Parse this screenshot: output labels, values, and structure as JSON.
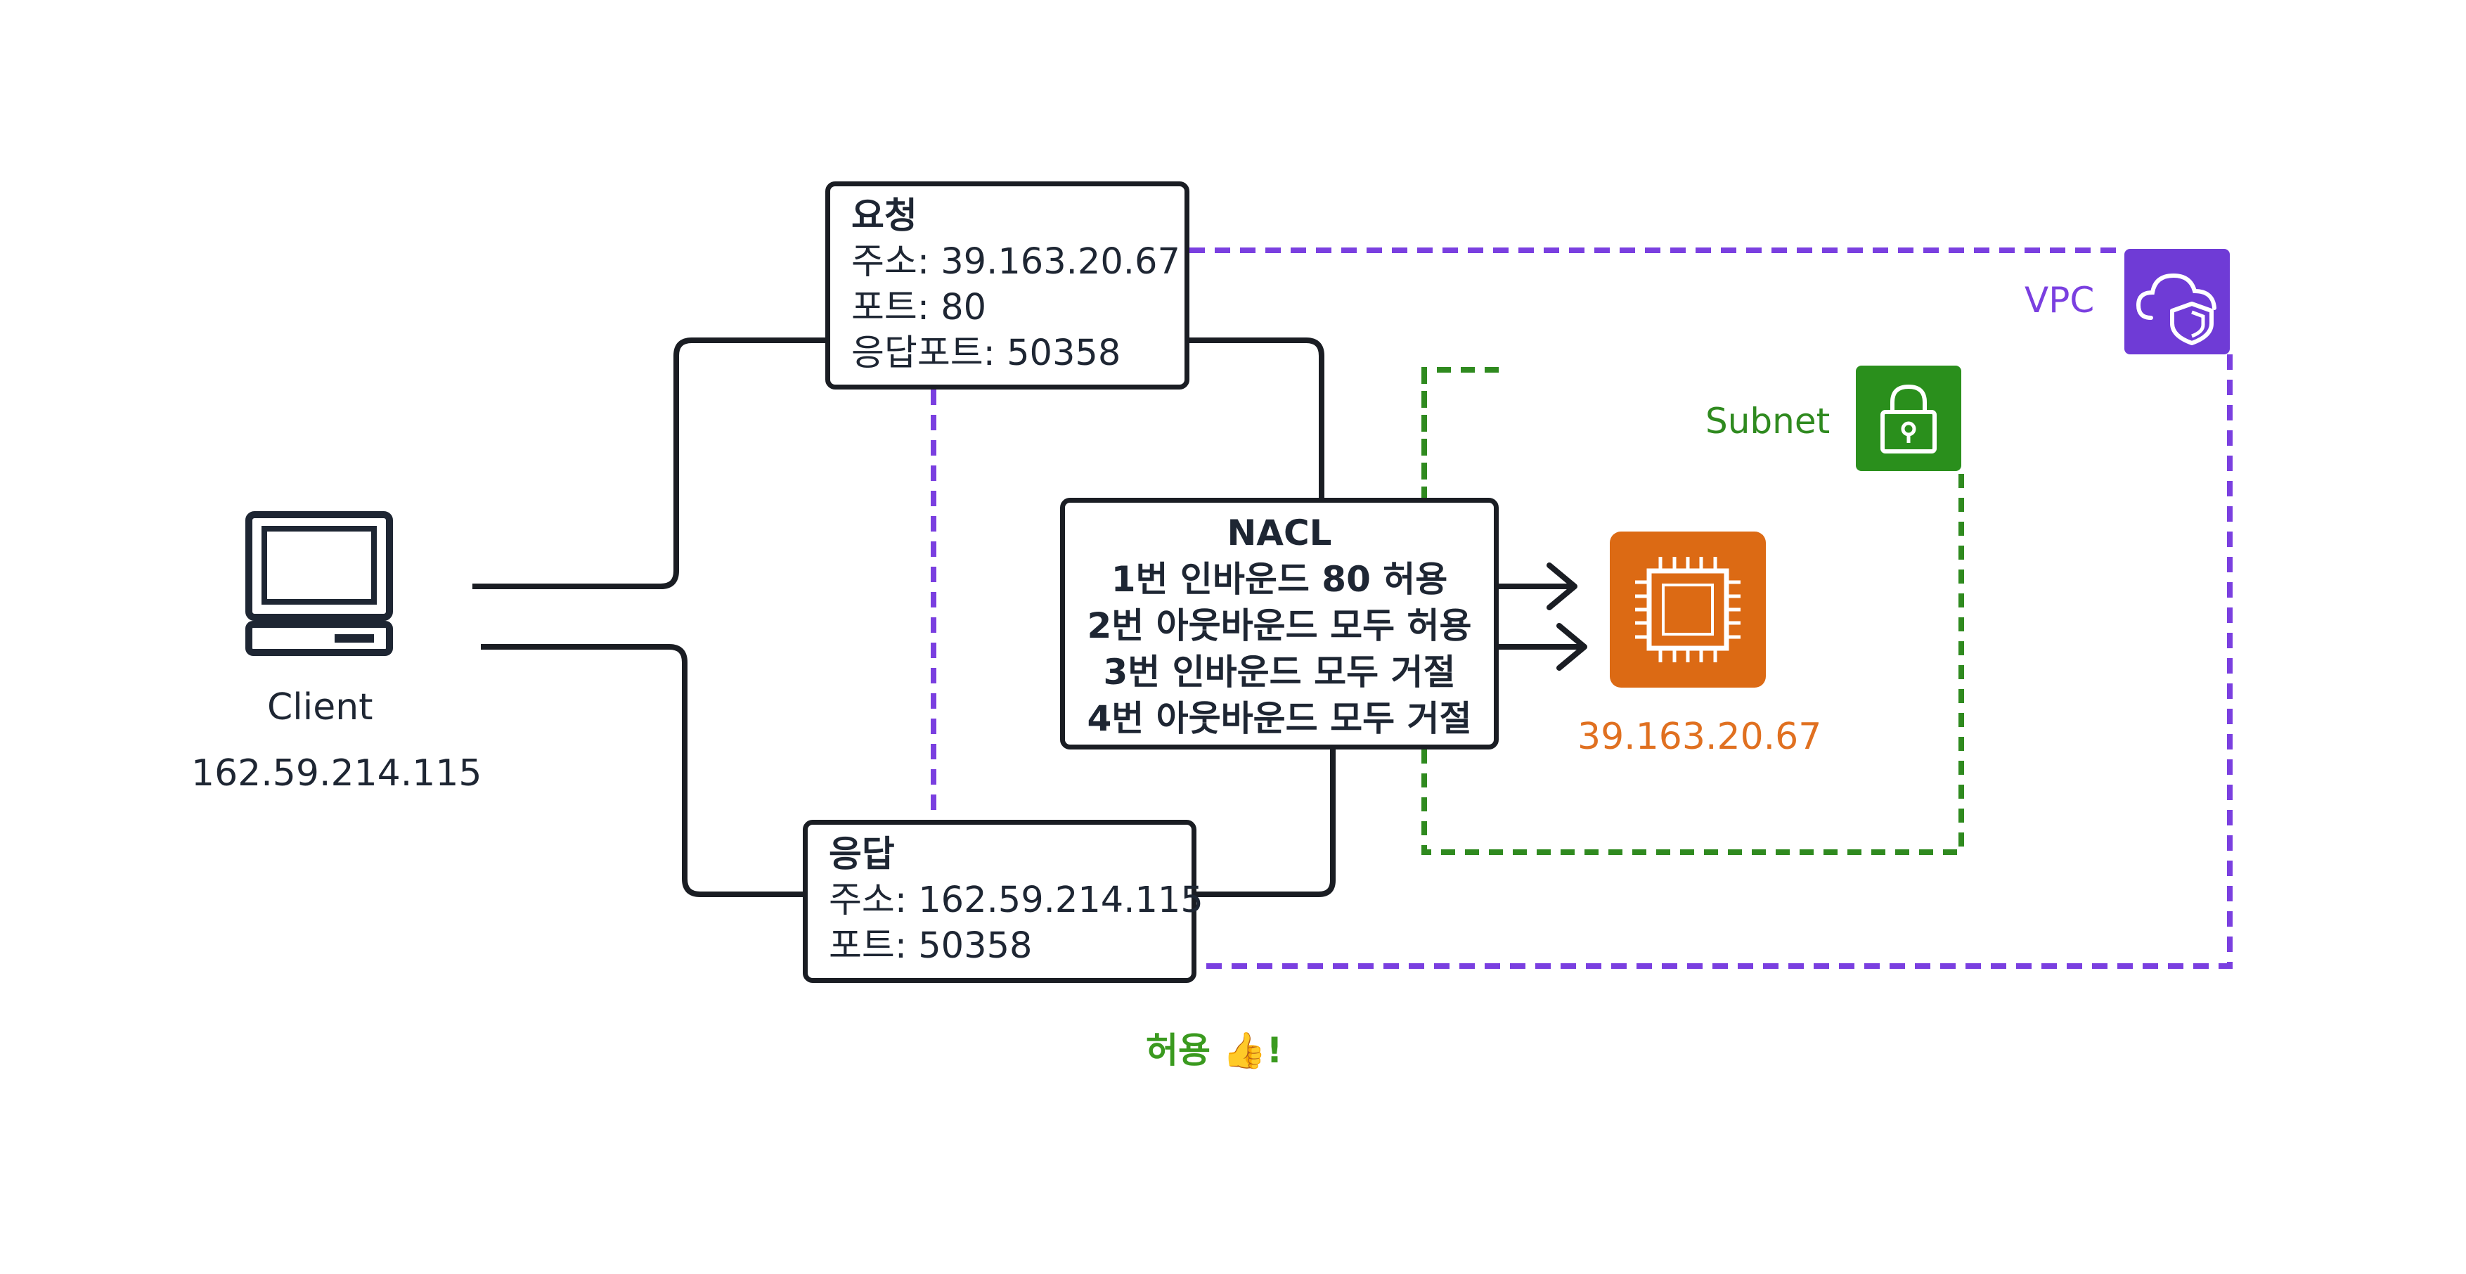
{
  "client": {
    "name": "Client",
    "ip": "162.59.214.115",
    "icon": "laptop-icon"
  },
  "request": {
    "title": "요청",
    "address": "주소: 39.163.20.67",
    "port": "포트: 80",
    "response_port": "응답포트: 50358"
  },
  "response": {
    "title": "응답",
    "address": "주소: 162.59.214.115",
    "port": "포트: 50358"
  },
  "nacl": {
    "title": "NACL",
    "rules": [
      "1번 인바운드 80 허용",
      "2번 아웃바운드 모두 허용",
      "3번 인바운드 모두 거절",
      "4번 아웃바운드 모두 거절"
    ]
  },
  "vpc": {
    "label": "VPC",
    "icon": "cloud-shield-icon",
    "color": "#7a3fe0"
  },
  "subnet": {
    "label": "Subnet",
    "icon": "lock-icon",
    "color": "#2f8a1f"
  },
  "ec2": {
    "ip": "39.163.20.67",
    "icon": "chip-icon",
    "color": "#dc6a14"
  },
  "result": {
    "text": "허용 👍!"
  }
}
